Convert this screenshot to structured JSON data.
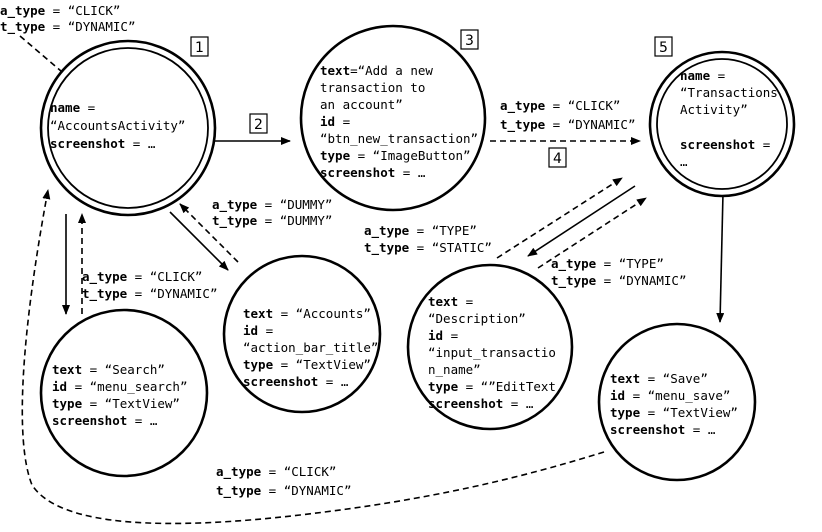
{
  "nodes": {
    "accounts_activity": {
      "tag": "1",
      "name_key": "name",
      "name_eq": " = ",
      "name_val": "“AccountsActivity”",
      "screenshot_key": "screenshot",
      "screenshot_val": " = …"
    },
    "new_transaction_button": {
      "tag": "3",
      "text_key": "text",
      "text_val_1": "=“Add a new",
      "text_val_2": "transaction to",
      "text_val_3": "an account”",
      "id_key": "id",
      "id_eq": " =",
      "id_val": "“btn_new_transaction”",
      "type_key": "type",
      "type_val": " = “ImageButton”",
      "screenshot_key": "screenshot",
      "screenshot_val": " = …"
    },
    "transactions_activity": {
      "tag": "5",
      "name_key": "name",
      "name_eq": " =",
      "name_val_1": "“Transactions",
      "name_val_2": "Activity”",
      "screenshot_key": "screenshot",
      "screenshot_val_1": " =",
      "screenshot_val_2": "…"
    },
    "search": {
      "text_key": "text",
      "text_val": " = “Search”",
      "id_key": "id",
      "id_val": " = “menu_search”",
      "type_key": "type",
      "type_val": " = “TextView”",
      "screenshot_key": "screenshot",
      "screenshot_val": " = …"
    },
    "accounts_title": {
      "text_key": "text",
      "text_val": " = “Accounts”",
      "id_key": "id",
      "id_eq": " =",
      "id_val": "“action_bar_title”",
      "type_key": "type",
      "type_val": " = “TextView”",
      "screenshot_key": "screenshot",
      "screenshot_val": " = …"
    },
    "description": {
      "text_key": "text",
      "text_eq": " =",
      "text_val": "“Description”",
      "id_key": "id",
      "id_eq": " =",
      "id_val_1": "“input_transactio",
      "id_val_2": "n_name”",
      "type_key": "type",
      "type_val": " = “”EditText",
      "screenshot_key": "screenshot",
      "screenshot_val": " = …"
    },
    "save": {
      "text_key": "text",
      "text_val": " = “Save”",
      "id_key": "id",
      "id_val": " = “menu_save”",
      "type_key": "type",
      "type_val": " = “TextView”",
      "screenshot_key": "screenshot",
      "screenshot_val": " = …"
    }
  },
  "edge_tags": {
    "edge_2": "2",
    "edge_4": "4"
  },
  "edge_labels": {
    "entry": {
      "a_key": "a_type",
      "a_val": " = “CLICK”",
      "t_key": "t_type",
      "t_val": " = “DYNAMIC”"
    },
    "dummy": {
      "a_key": "a_type",
      "a_val": " = “DUMMY”",
      "t_key": "t_type",
      "t_val": " = “DUMMY”"
    },
    "click_search": {
      "a_key": "a_type",
      "a_val": " = “CLICK”",
      "t_key": "t_type",
      "t_val": " = “DYNAMIC”"
    },
    "click_transactions": {
      "a_key": "a_type",
      "a_val": " = “CLICK”",
      "t_key": "t_type",
      "t_val": " = “DYNAMIC”"
    },
    "type_static": {
      "a_key": "a_type",
      "a_val": " = “TYPE”",
      "t_key": "t_type",
      "t_val": " = “STATIC”"
    },
    "type_dynamic": {
      "a_key": "a_type",
      "a_val": " = “TYPE”",
      "t_key": "t_type",
      "t_val": " = “DYNAMIC”"
    },
    "click_save": {
      "a_key": "a_type",
      "a_val": " = “CLICK”",
      "t_key": "t_type",
      "t_val": " = “DYNAMIC”"
    }
  }
}
